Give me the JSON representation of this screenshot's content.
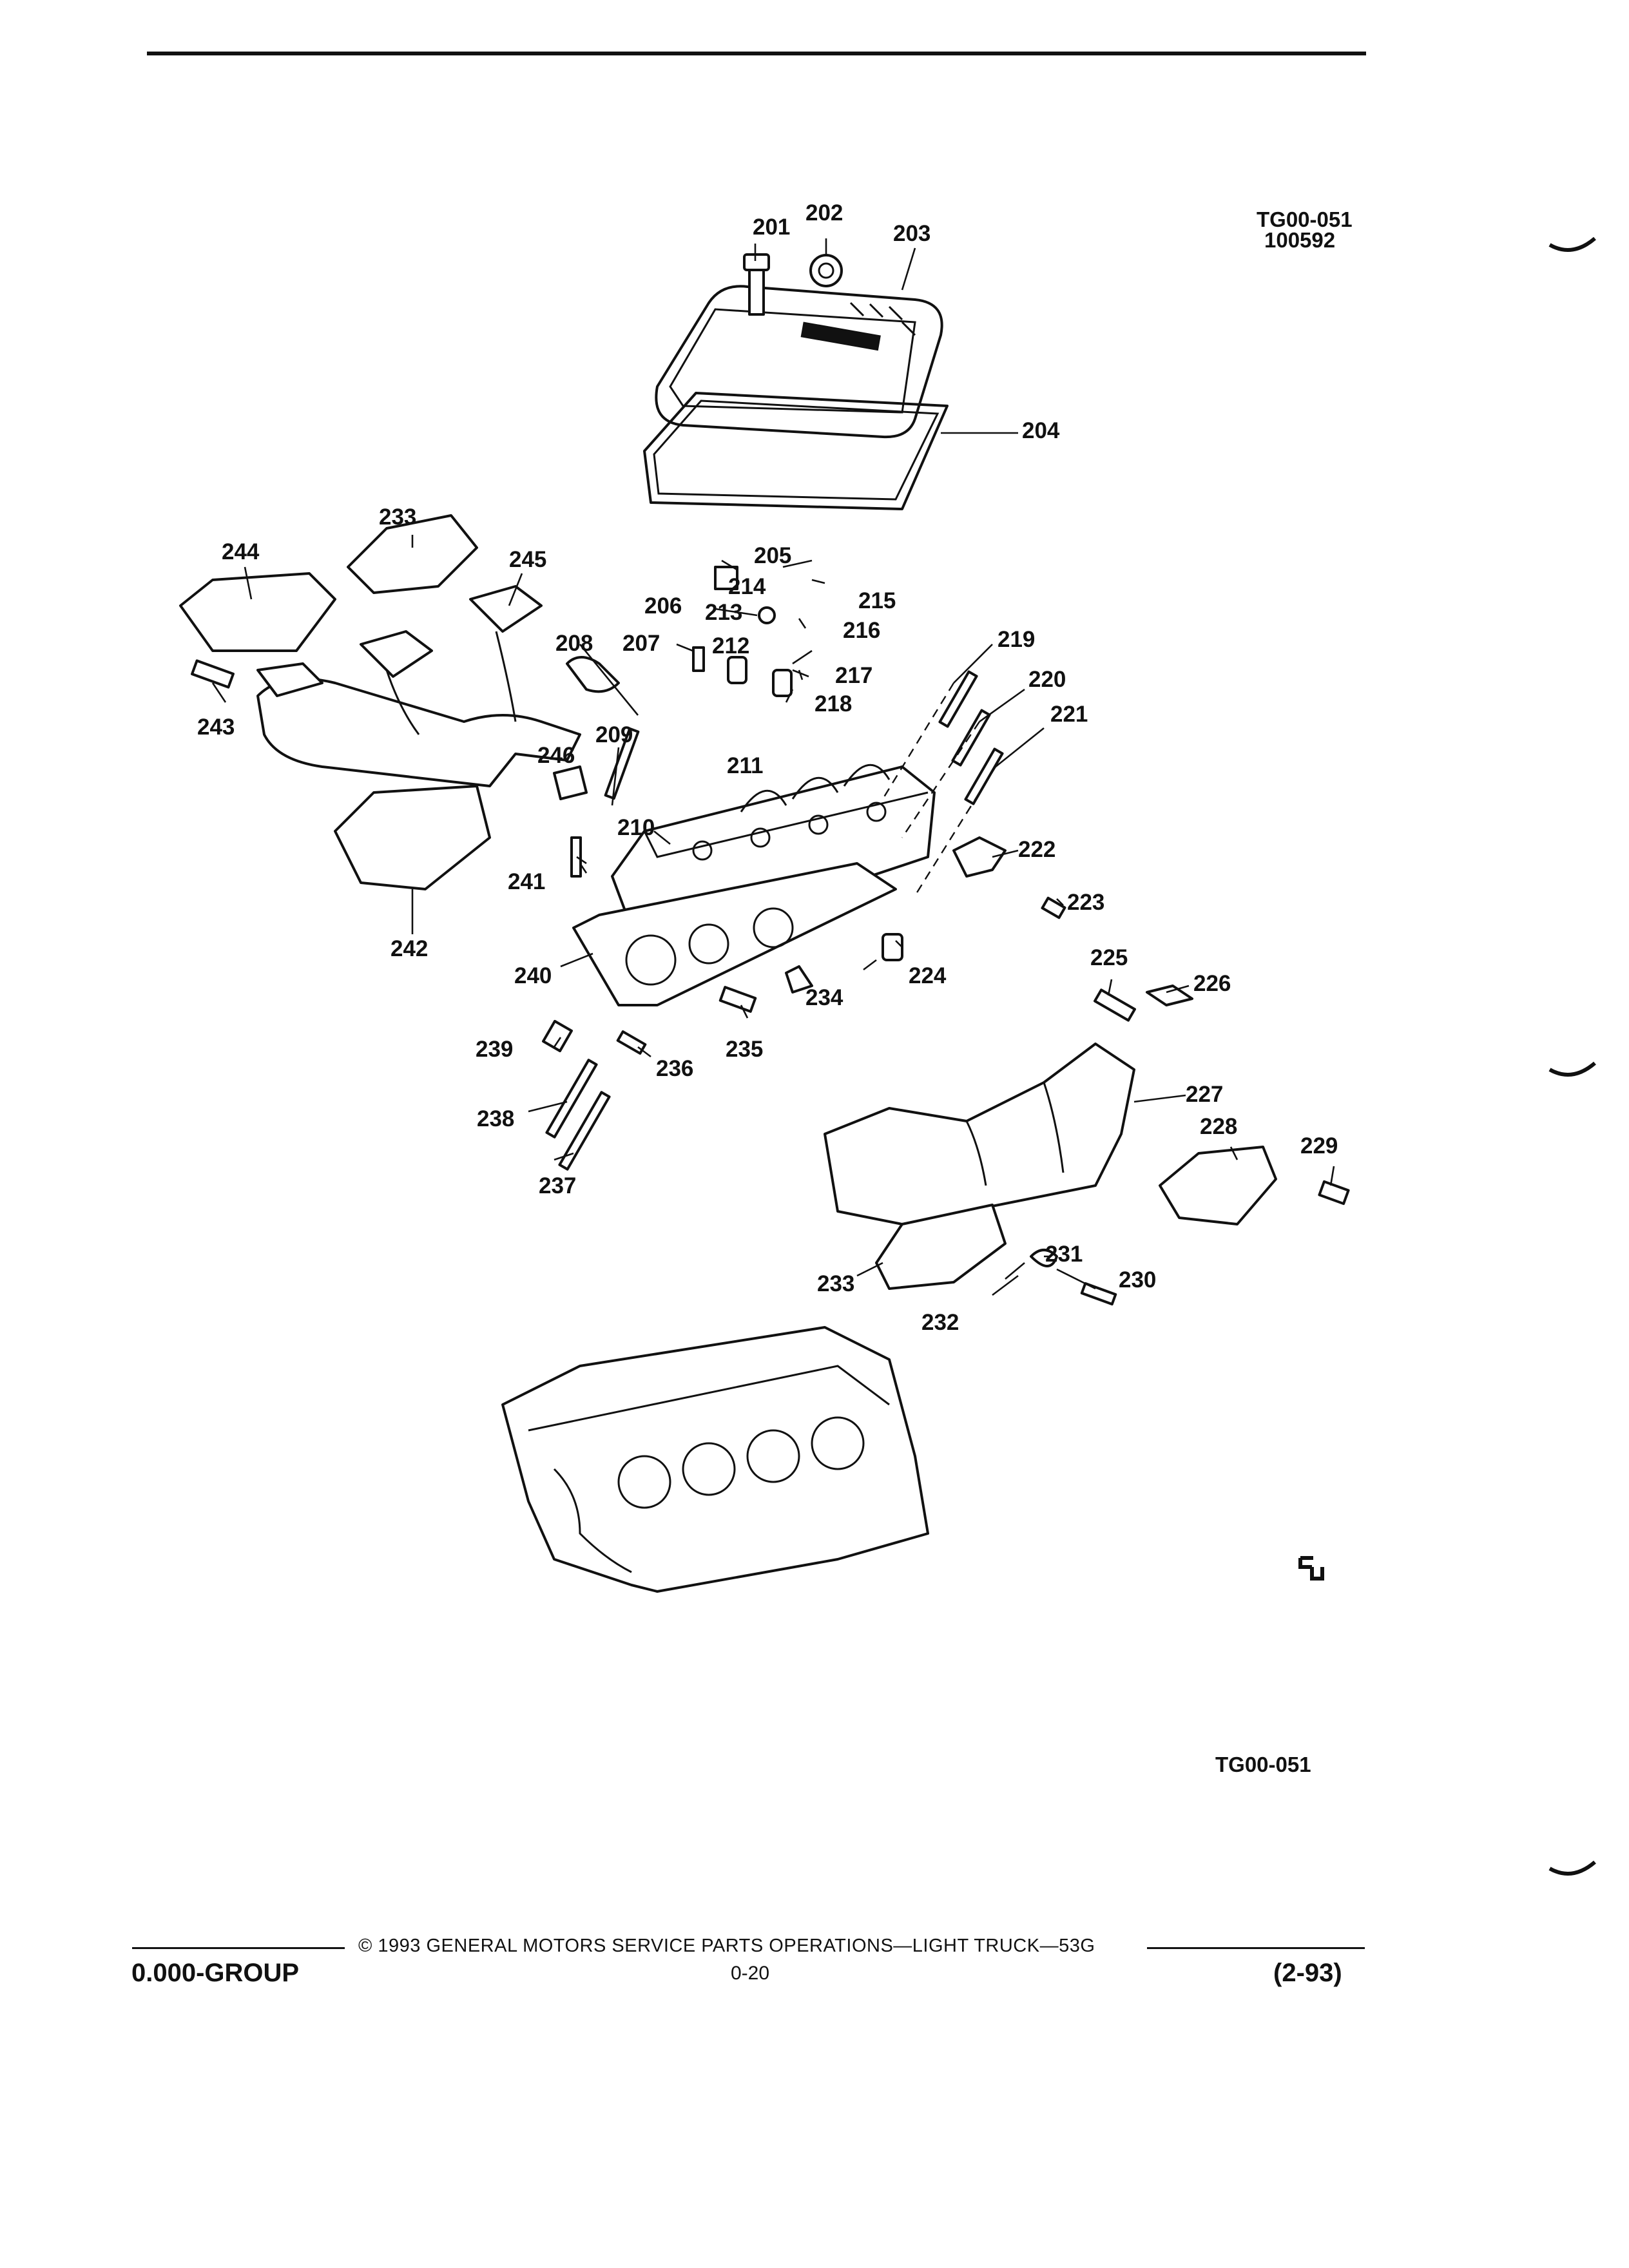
{
  "figure": {
    "ref_code": "TG00-051",
    "ref_date": "100592",
    "bottom_code": "TG00-051",
    "callouts": [
      "201",
      "202",
      "203",
      "204",
      "205",
      "206",
      "207",
      "208",
      "209",
      "210",
      "211",
      "212",
      "213",
      "214",
      "215",
      "216",
      "217",
      "218",
      "219",
      "220",
      "221",
      "222",
      "223",
      "224",
      "225",
      "226",
      "227",
      "228",
      "229",
      "230",
      "231",
      "232",
      "233",
      "233",
      "234",
      "235",
      "236",
      "237",
      "238",
      "239",
      "240",
      "241",
      "242",
      "243",
      "244",
      "245",
      "246"
    ]
  },
  "footer": {
    "copyright": "© 1993 GENERAL MOTORS SERVICE PARTS OPERATIONS—LIGHT TRUCK—53G",
    "group": "0.000-GROUP",
    "page_number": "0-20",
    "revision": "(2-93)"
  }
}
